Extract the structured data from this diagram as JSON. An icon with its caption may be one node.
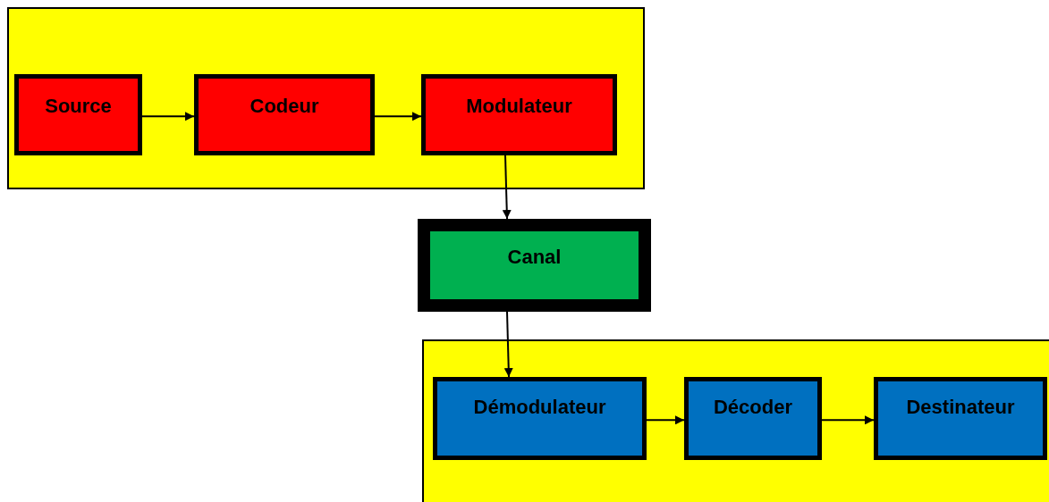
{
  "diagram": {
    "nodes": [
      {
        "text": [],
        "shape": "box"
      },
      {
        "text": [
          "Source"
        ],
        "in": 0
      },
      {
        "text": [
          "Codeur"
        ],
        "in": 0
      },
      {
        "text": [
          "Modulateur"
        ],
        "in": 0
      },
      {
        "text": [
          "Canal"
        ]
      },
      {
        "text": [],
        "shape": "box"
      },
      {
        "text": [
          "Démodulateur"
        ],
        "in": 5
      },
      {
        "text": [
          "Décoder"
        ],
        "in": 5
      },
      {
        "text": [
          "Destinateur"
        ],
        "in": 5
      }
    ],
    "edges": [
      {
        "from": 1,
        "to": 2,
        "arrow": "to"
      },
      {
        "from": 2,
        "to": 3,
        "arrow": "to"
      },
      {
        "from": 3,
        "to": 4,
        "arrow": "to"
      },
      {
        "from": 4,
        "to": 6,
        "arrow": "to"
      },
      {
        "from": 6,
        "to": 7,
        "arrow": "to"
      },
      {
        "from": 7,
        "to": 8,
        "arrow": "to"
      }
    ]
  }
}
